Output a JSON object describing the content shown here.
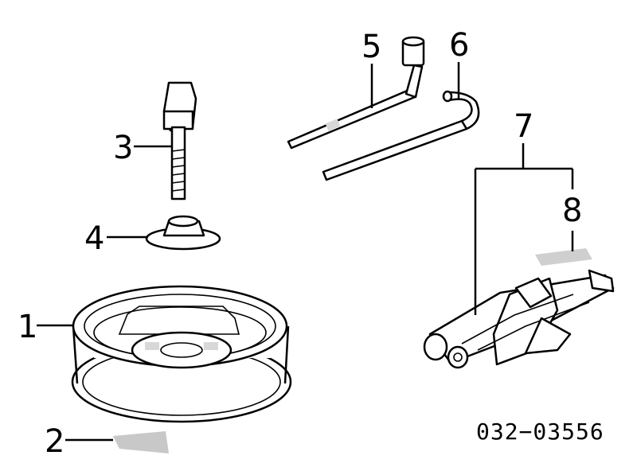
{
  "diagram": {
    "code": "032−03556",
    "callouts": [
      {
        "id": "1",
        "label": "1"
      },
      {
        "id": "2",
        "label": "2"
      },
      {
        "id": "3",
        "label": "3"
      },
      {
        "id": "4",
        "label": "4"
      },
      {
        "id": "5",
        "label": "5"
      },
      {
        "id": "6",
        "label": "6"
      },
      {
        "id": "7",
        "label": "7"
      },
      {
        "id": "8",
        "label": "8"
      }
    ]
  },
  "colors": {
    "ink": "#000000",
    "background": "#ffffff",
    "shade": "#d8d8d8"
  }
}
